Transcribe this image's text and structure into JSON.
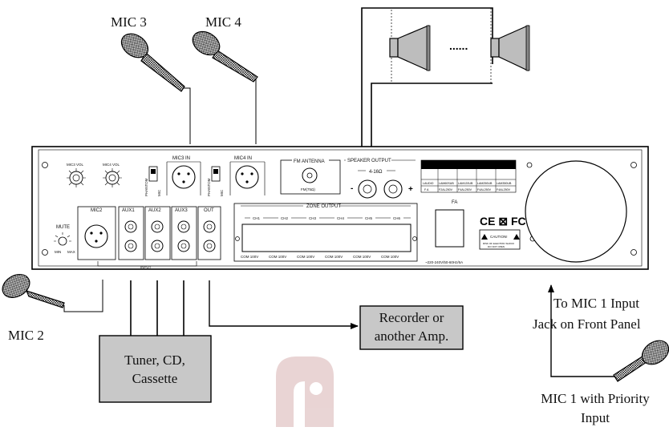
{
  "labels": {
    "mic3": "MIC 3",
    "mic4": "MIC 4",
    "mic2": "MIC 2",
    "to_mic1_line1": "To MIC 1 Input",
    "to_mic1_line2": "Jack on Front Panel",
    "mic1_line1": "MIC 1 with Priority",
    "mic1_line2": "Input",
    "tuner_line1": "Tuner, CD,",
    "tuner_line2": "Cassette",
    "recorder_line1": "Recorder or",
    "recorder_line2": "another Amp.",
    "speaker_dots": "......"
  },
  "panel": {
    "mic3_vol": "MIC3 VOL",
    "mic4_vol": "MIC4 VOL",
    "phantom": "PHANTOM",
    "mic": "MIC",
    "mic3_in": "MIC3 IN",
    "mic4_in": "MIC4 IN",
    "fm_antenna": "FM ANTENNA",
    "fm_ohm": "FM(75Ω)",
    "speaker_output": "SPEAKER OUTPUT",
    "impedance": "4-16Ω",
    "minus": "-",
    "plus": "+",
    "zone_output": "ZONE OUTPUT",
    "channels": [
      "CH1",
      "CH2",
      "CH3",
      "CH4",
      "CH5",
      "CH6"
    ],
    "com_labels": [
      "COM 100V",
      "COM 100V",
      "COM 100V",
      "COM 100V",
      "COM 100V",
      "COM 100V"
    ],
    "mic2": "MIC2",
    "aux1": "AUX1",
    "aux2": "AUX2",
    "aux3": "AUX3",
    "out": "OUT",
    "input": "INPUT",
    "mute": "MUTE",
    "min": "MIN",
    "max": "MAX",
    "fa": "FA",
    "power": "~220-240V/50-60Hz/6A",
    "cert": "CE ⊠ FC",
    "caution": "CAUTION!",
    "shock_line1": "RISK OF ELECTRIC SHOCK",
    "shock_line2": "DO NOT OPEN",
    "table_header": [
      "LAUDIO",
      "LAM60SUB",
      "LAM120UB",
      "LAM250UB",
      "LAM350UB"
    ],
    "table_row": [
      "F A",
      "F2AL250V",
      "F4AL250V",
      "F4AL250V",
      "F4AL250V"
    ]
  }
}
